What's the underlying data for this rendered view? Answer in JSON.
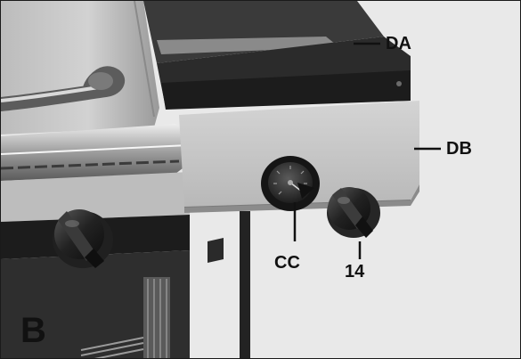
{
  "figure": {
    "panel_label": "B",
    "callouts": {
      "da": "DA",
      "db": "DB",
      "cc": "CC",
      "knob_number": "14"
    }
  },
  "colors": {
    "frame": "#1a1a1a",
    "text": "#111111"
  },
  "icons": [
    "gas-grill-side-burner-illustration",
    "control-knob",
    "temperature-gauge"
  ]
}
